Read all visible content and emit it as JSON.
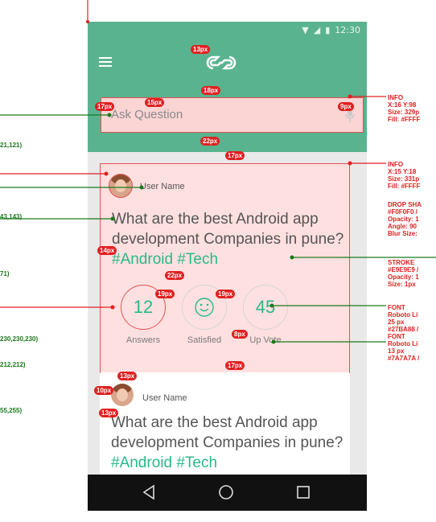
{
  "status_bar": {
    "time": "12:30"
  },
  "search": {
    "placeholder": "Ask Question"
  },
  "question_card": {
    "user_name": "User Name",
    "question": "What are the best Android app development Companies in pune?",
    "tags": [
      "#Android",
      "#Tech"
    ],
    "stats": [
      {
        "value": "12",
        "label": "Answers"
      },
      {
        "value": "",
        "label": "Satisfied"
      },
      {
        "value": "45",
        "label": "Up Vote"
      }
    ]
  },
  "second_card": {
    "user_name": "User Name",
    "question": "What are the best Android app development Companies in pune?",
    "tags": [
      "#Android",
      "#Tech"
    ]
  },
  "spacing_badges": [
    "13px",
    "18px",
    "15px",
    "17px",
    "9px",
    "22px",
    "17px",
    "14px",
    "22px",
    "19px",
    "19px",
    "8px",
    "17px",
    "13px",
    "10px",
    "13px"
  ],
  "annotations": {
    "info1": {
      "title": "INFO",
      "pos": "X:16  Y:98",
      "size": "Size: 329p",
      "fill": "Fill: #FFFF"
    },
    "info2": {
      "title": "INFO",
      "pos": "X:15  Y:18",
      "size": "Size: 331p",
      "fill": "Fill: #FFFF"
    },
    "drop_shadow": {
      "title": "DROP SHA",
      "color": "#F0F0F0 /",
      "opacity": "Opacity: 1",
      "angle": "Angle: 90",
      "blur": "Blur Size:"
    },
    "stroke": {
      "title": "STROKE",
      "color": "#E9E9E9 /",
      "opacity": "Opacity: 1",
      "size": "Size: 1px"
    },
    "font1": {
      "title": "FONT",
      "name": "Roboto Li",
      "size": "25 px",
      "color": "#27BA88 /"
    },
    "font2": {
      "title": "FONT",
      "name": "Roboto Li",
      "size": "13 px",
      "color": "#7A7A7A /"
    },
    "left_values": [
      "21,121)",
      "43,143)",
      "71)",
      "230,230,230)",
      "212,212)",
      "55,255)"
    ]
  },
  "colors": {
    "appbar": "#5ab38f",
    "accent": "#27ba88",
    "guide_red": "#e02020",
    "guide_green": "#1a7a1a"
  }
}
